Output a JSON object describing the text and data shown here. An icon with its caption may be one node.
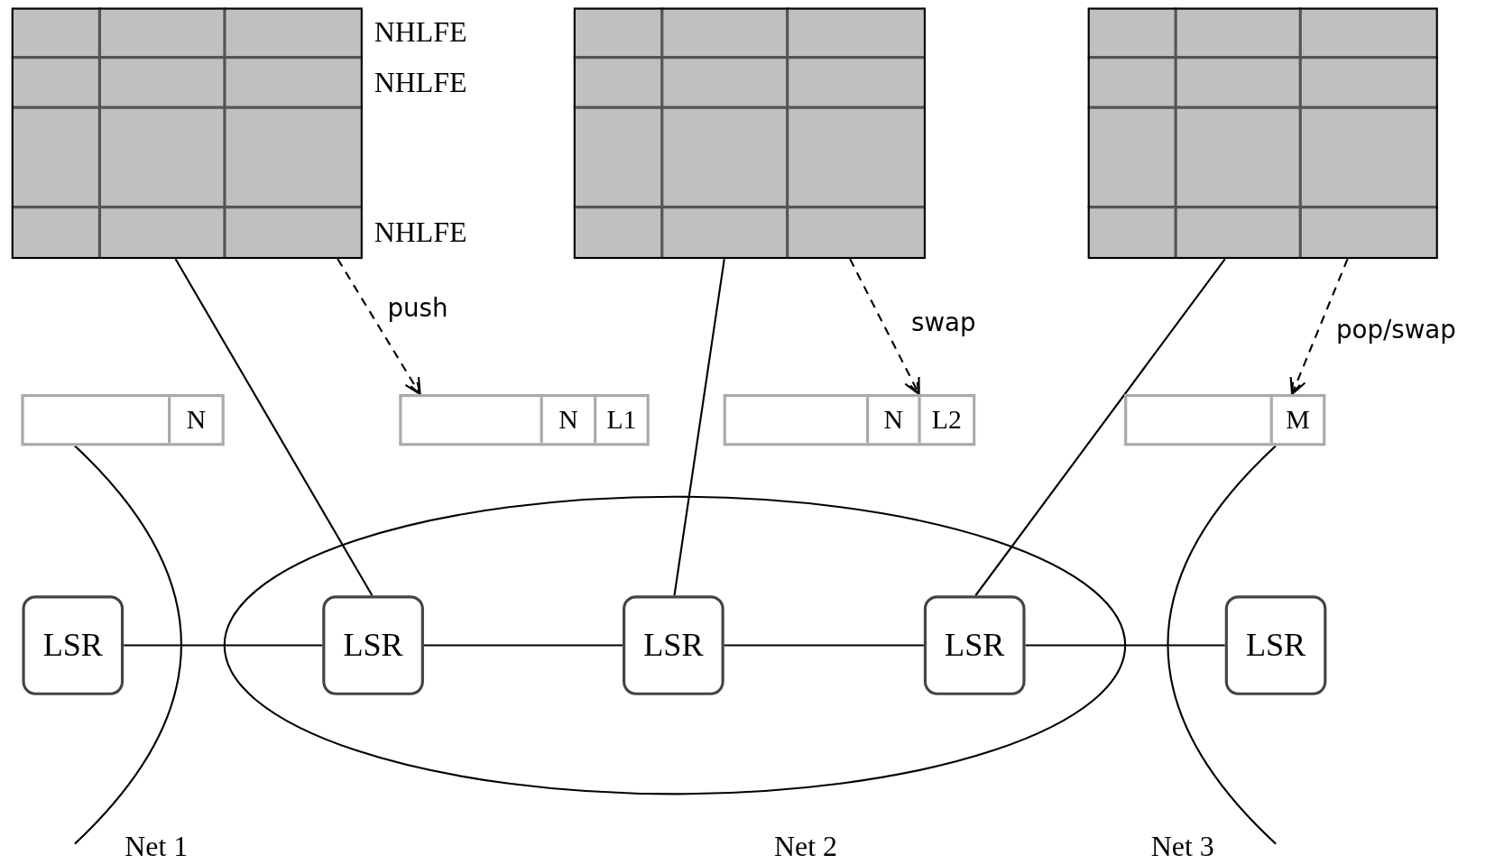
{
  "diagram": {
    "nodes": [
      {
        "text": [],
        "shape": "table",
        "beside": [
          "NHLFE",
          "NHLFE",
          "NHLFE"
        ]
      },
      {
        "text": [],
        "shape": "table"
      },
      {
        "text": [],
        "shape": "table"
      },
      {
        "text": [
          "N"
        ]
      },
      {
        "text": [
          "N",
          "L1"
        ]
      },
      {
        "text": [
          "N",
          "L2"
        ]
      },
      {
        "text": [
          "M"
        ]
      },
      {
        "text": [
          "Net 2"
        ]
      },
      {
        "text": [
          "LSR"
        ]
      },
      {
        "text": [
          "LSR"
        ],
        "in": 7
      },
      {
        "text": [
          "LSR"
        ],
        "in": 7
      },
      {
        "text": [
          "LSR"
        ],
        "in": 7
      },
      {
        "text": [
          "LSR"
        ]
      }
    ],
    "edges": [
      {
        "from": 0,
        "to": 9,
        "arrow": "none"
      },
      {
        "from": 1,
        "to": 10,
        "arrow": "none"
      },
      {
        "from": 2,
        "to": 11,
        "arrow": "none"
      },
      {
        "from": 0,
        "to": 4,
        "arrow": "to",
        "label": "push",
        "style": "dashed"
      },
      {
        "from": 1,
        "to": 5,
        "arrow": "to",
        "label": "swap",
        "style": "dashed"
      },
      {
        "from": 2,
        "to": 6,
        "arrow": "to",
        "label": "pop/swap",
        "style": "dashed"
      },
      {
        "from": 8,
        "to": 9,
        "arrow": "none"
      },
      {
        "from": 9,
        "to": 10,
        "arrow": "none"
      },
      {
        "from": 10,
        "to": 11,
        "arrow": "none"
      },
      {
        "from": 11,
        "to": 12,
        "arrow": "none"
      }
    ],
    "labels": [
      "Net 1",
      "Net 3"
    ]
  }
}
